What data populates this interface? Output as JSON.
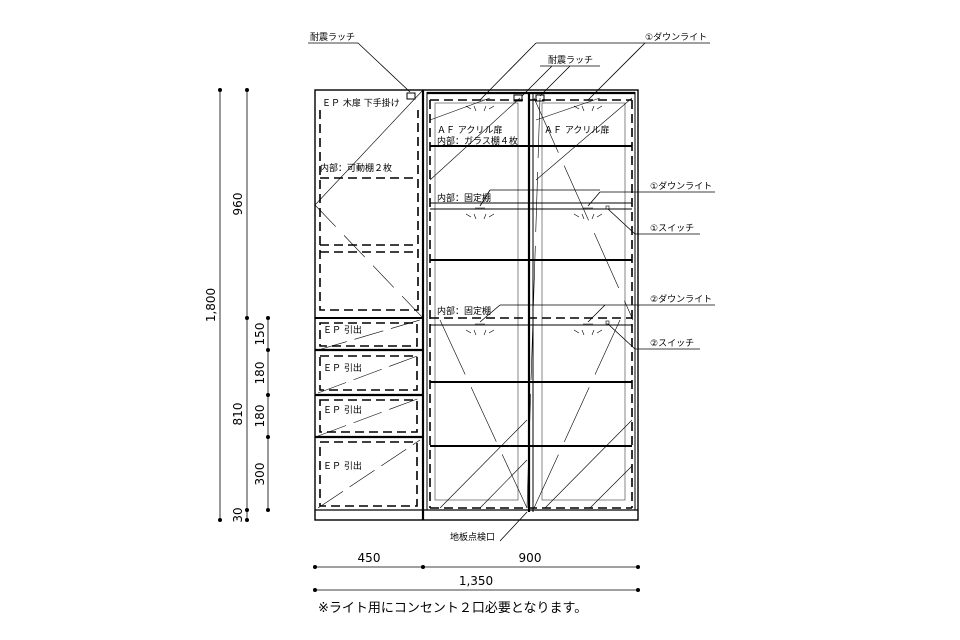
{
  "callouts": {
    "latch_left": "耐震ラッチ",
    "latch_center": "耐震ラッチ",
    "downlight_1_top": "①ダウンライト",
    "downlight_1_mid": "①ダウンライト",
    "switch_1": "①スイッチ",
    "downlight_2": "②ダウンライト",
    "switch_2": "②スイッチ",
    "floor_hatch": "地板点検口"
  },
  "labels": {
    "left_door": "ＥＰ 木扉 下手掛け",
    "left_shelves": "内部：可動棚２枚",
    "acrylic_door_left": "ＡＦ アクリル扉",
    "acrylic_door_right": "ＡＦ アクリル扉",
    "glass_shelves": "内部：ガラス棚４枚",
    "fixed_shelf_1": "内部：固定棚",
    "fixed_shelf_2": "内部：固定棚",
    "drawers": [
      "ＥＰ 引出",
      "ＥＰ 引出",
      "ＥＰ 引出",
      "ＥＰ 引出"
    ]
  },
  "dimensions": {
    "total_height": "1,800",
    "upper_height": "960",
    "lower_height": "810",
    "plinth": "30",
    "drawer_heights": [
      "150",
      "180",
      "180",
      "300"
    ],
    "left_width": "450",
    "right_width": "900",
    "total_width": "1,350"
  },
  "note": "※ライト用にコンセント２口必要となります。"
}
